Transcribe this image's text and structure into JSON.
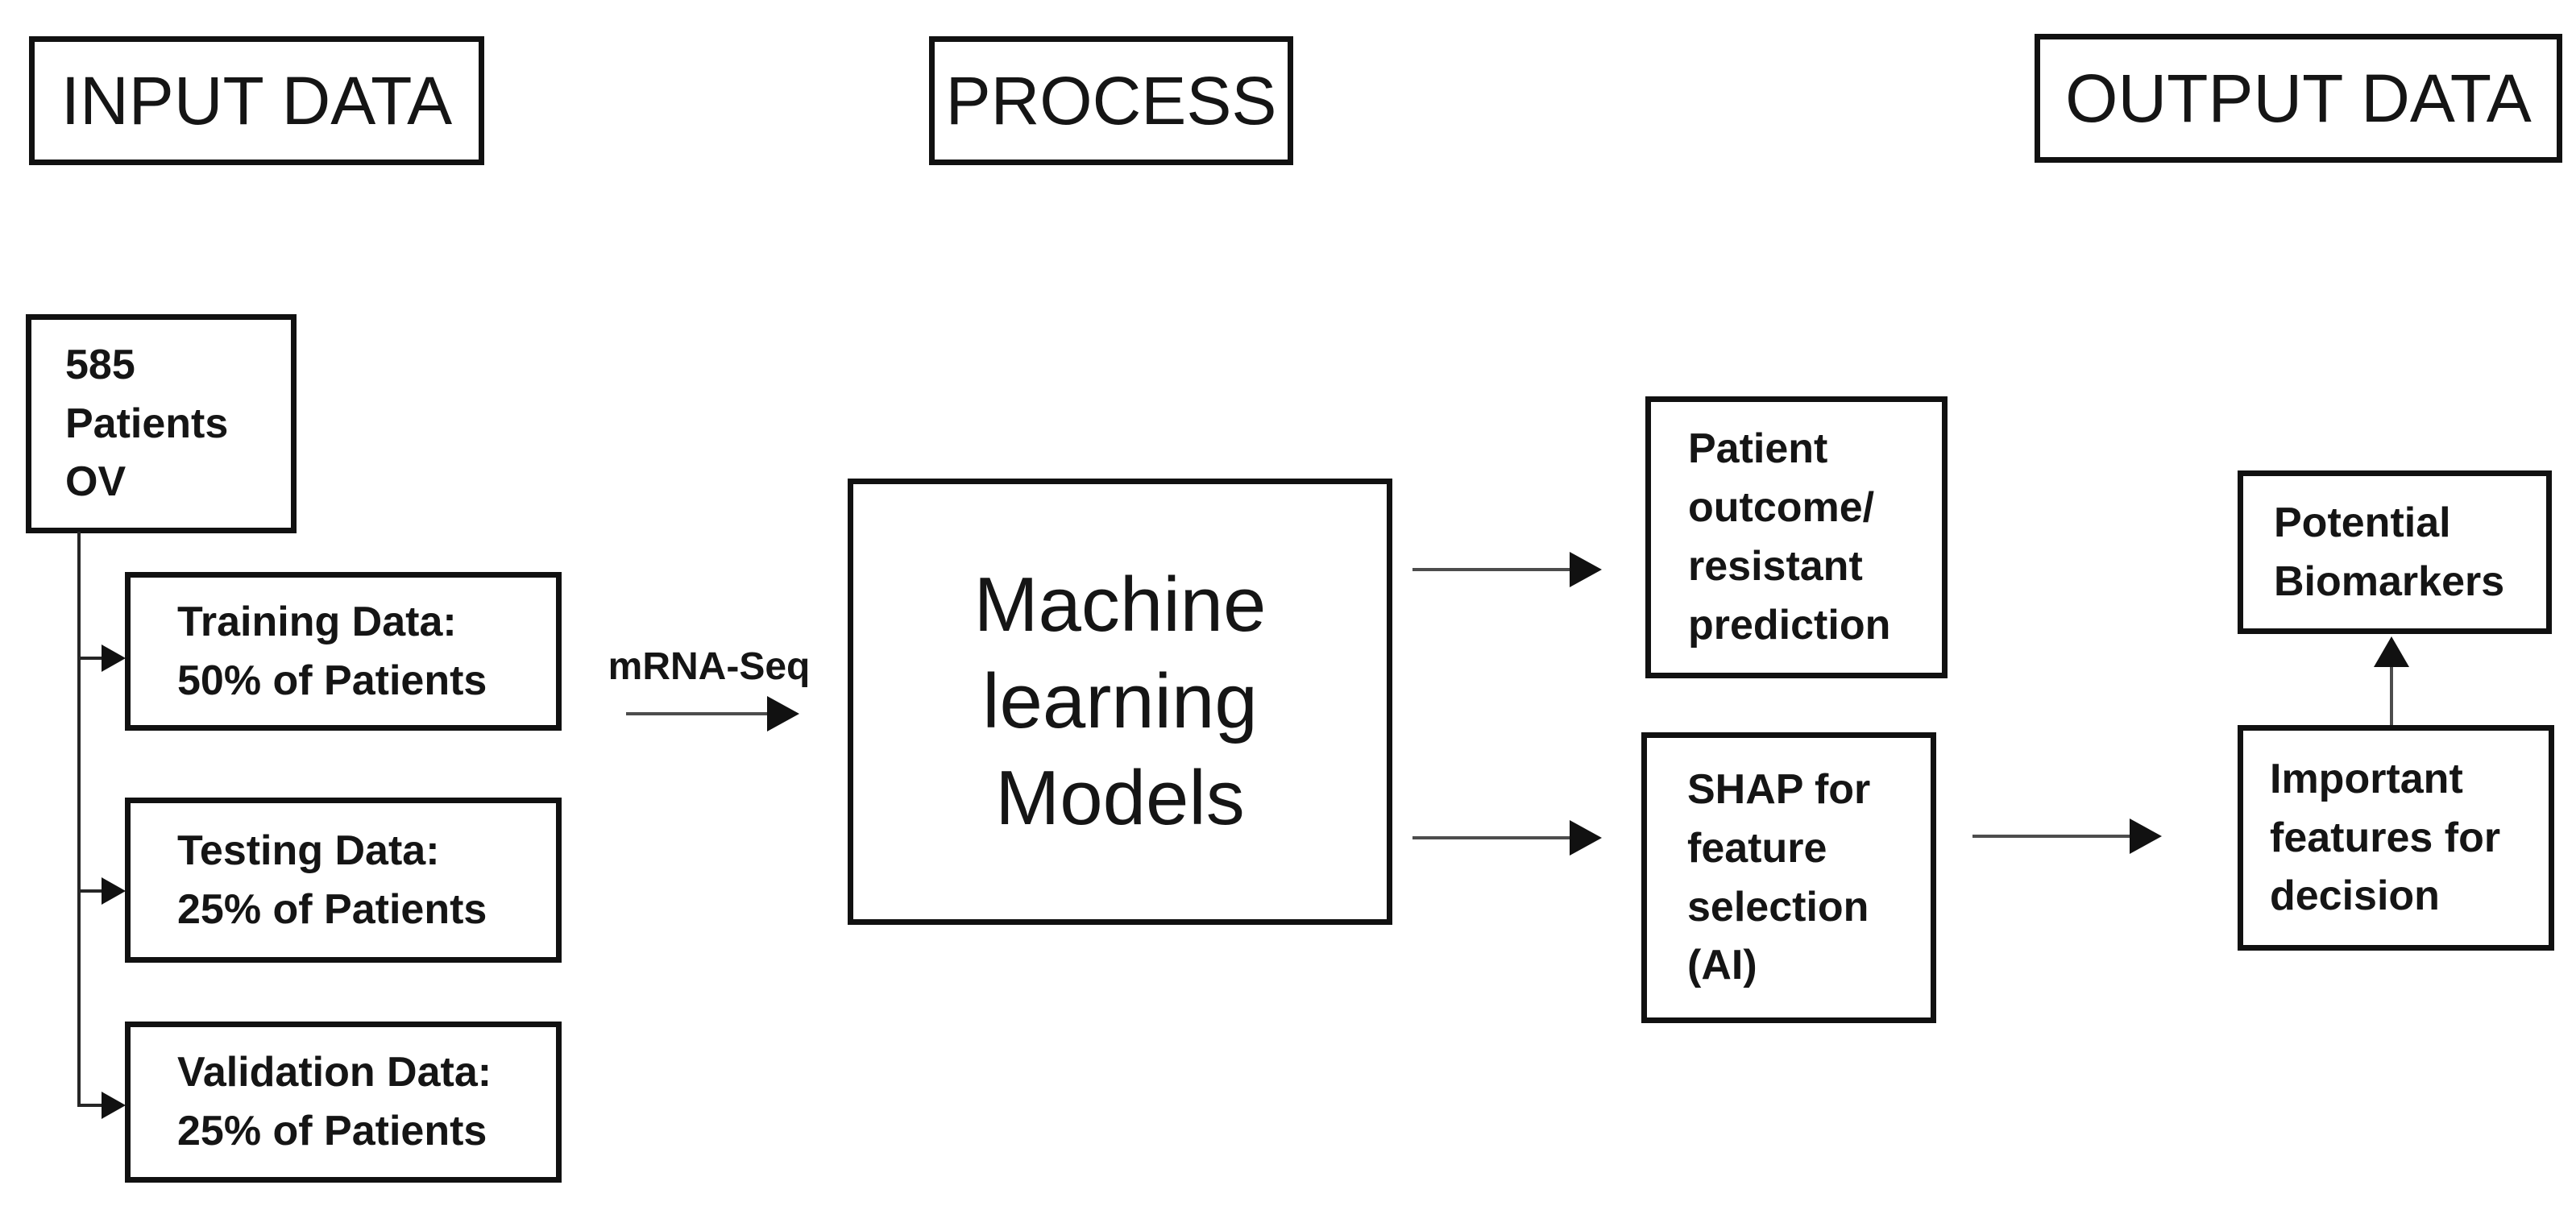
{
  "diagram": {
    "headers": {
      "input": "INPUT DATA",
      "process": "PROCESS",
      "output": "OUTPUT DATA"
    },
    "nodes": {
      "patients": "585\nPatients\nOV",
      "training": "Training Data:\n50% of Patients",
      "testing": "Testing Data:\n25% of Patients",
      "validation": "Validation Data:\n25% of Patients",
      "ml_models": "Machine\nlearning\nModels",
      "patient_outcome": "Patient\noutcome/\nresistant\nprediction",
      "shap": "SHAP for\nfeature\nselection\n(AI)",
      "potential_biomarkers": "Potential\nBiomarkers",
      "important_features": "Important\nfeatures for\ndecision"
    },
    "edge_labels": {
      "mrna_seq": "mRNA-Seq"
    },
    "colors": {
      "background": "#ffffff",
      "box_border": "#111111",
      "arrow_shaft": "#4d4d4d",
      "tree_line": "#262626",
      "arrowhead": "#111111",
      "text": "#151515"
    }
  }
}
